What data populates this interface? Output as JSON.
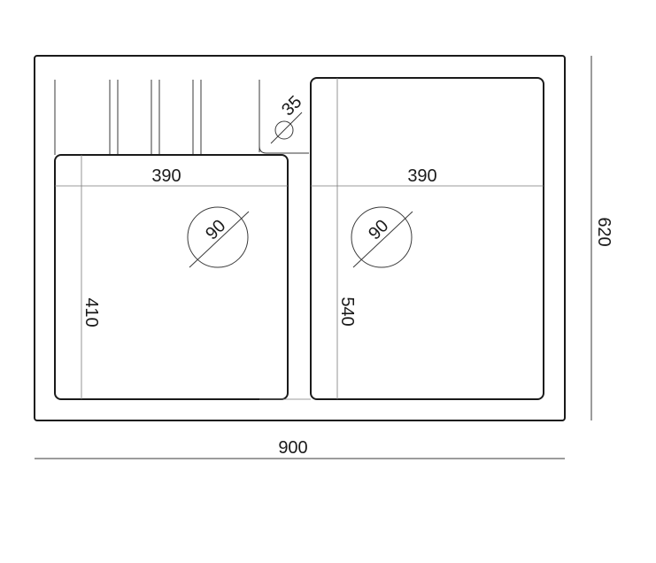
{
  "dimensions": {
    "overall_width": "900",
    "overall_height": "620",
    "left_bowl_width": "390",
    "left_bowl_depth": "410",
    "right_bowl_width": "390",
    "right_bowl_depth": "540",
    "left_drain_diameter": "90",
    "right_drain_diameter": "90",
    "tap_hole_diameter": "35"
  }
}
